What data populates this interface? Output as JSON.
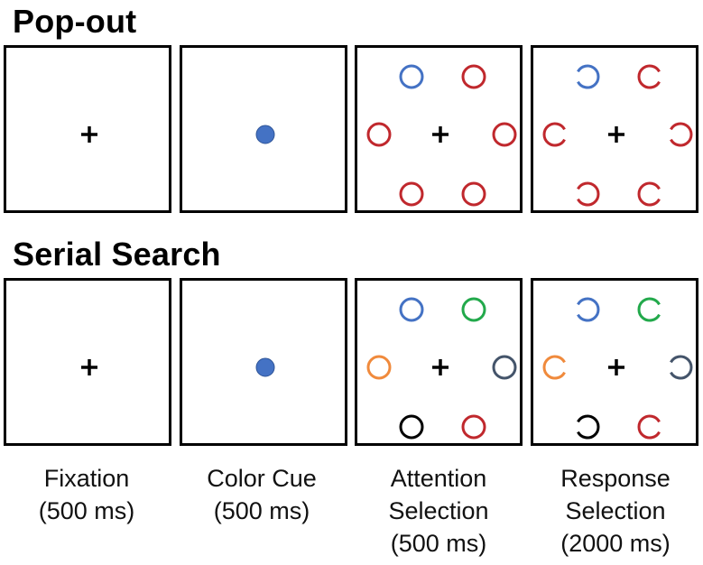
{
  "rows": [
    {
      "title": "Pop-out",
      "panels": [
        {
          "name": "fixation",
          "items": [
            {
              "type": "cross"
            }
          ]
        },
        {
          "name": "color-cue",
          "items": [
            {
              "type": "dot",
              "color": "#4472c4"
            }
          ]
        },
        {
          "name": "attention-selection",
          "items": [
            {
              "type": "cross"
            },
            {
              "type": "ring",
              "pos": "upper-left",
              "color": "#4472c4"
            },
            {
              "type": "ring",
              "pos": "upper-right",
              "color": "#c0282d"
            },
            {
              "type": "ring",
              "pos": "left",
              "color": "#c0282d"
            },
            {
              "type": "ring",
              "pos": "right",
              "color": "#c0282d"
            },
            {
              "type": "ring",
              "pos": "lower-left",
              "color": "#c0282d"
            },
            {
              "type": "ring",
              "pos": "lower-right",
              "color": "#c0282d"
            }
          ]
        },
        {
          "name": "response-selection",
          "items": [
            {
              "type": "cross"
            },
            {
              "type": "c-ring",
              "pos": "upper-left",
              "color": "#4472c4",
              "gap": "left"
            },
            {
              "type": "c-ring",
              "pos": "upper-right",
              "color": "#c0282d",
              "gap": "right"
            },
            {
              "type": "c-ring",
              "pos": "left",
              "color": "#c0282d",
              "gap": "right"
            },
            {
              "type": "c-ring",
              "pos": "right",
              "color": "#c0282d",
              "gap": "left"
            },
            {
              "type": "c-ring",
              "pos": "lower-left",
              "color": "#c0282d",
              "gap": "left"
            },
            {
              "type": "c-ring",
              "pos": "lower-right",
              "color": "#c0282d",
              "gap": "right"
            }
          ]
        }
      ]
    },
    {
      "title": "Serial Search",
      "panels": [
        {
          "name": "fixation",
          "items": [
            {
              "type": "cross"
            }
          ]
        },
        {
          "name": "color-cue",
          "items": [
            {
              "type": "dot",
              "color": "#4472c4"
            }
          ]
        },
        {
          "name": "attention-selection",
          "items": [
            {
              "type": "cross"
            },
            {
              "type": "ring",
              "pos": "upper-left",
              "color": "#4472c4"
            },
            {
              "type": "ring",
              "pos": "upper-right",
              "color": "#22a94b"
            },
            {
              "type": "ring",
              "pos": "left",
              "color": "#f08a3c"
            },
            {
              "type": "ring",
              "pos": "right",
              "color": "#44546a"
            },
            {
              "type": "ring",
              "pos": "lower-left",
              "color": "#000000"
            },
            {
              "type": "ring",
              "pos": "lower-right",
              "color": "#c0282d"
            }
          ]
        },
        {
          "name": "response-selection",
          "items": [
            {
              "type": "cross"
            },
            {
              "type": "c-ring",
              "pos": "upper-left",
              "color": "#4472c4",
              "gap": "left"
            },
            {
              "type": "c-ring",
              "pos": "upper-right",
              "color": "#22a94b",
              "gap": "right"
            },
            {
              "type": "c-ring",
              "pos": "left",
              "color": "#f08a3c",
              "gap": "right"
            },
            {
              "type": "c-ring",
              "pos": "right",
              "color": "#44546a",
              "gap": "left"
            },
            {
              "type": "c-ring",
              "pos": "lower-left",
              "color": "#000000",
              "gap": "left"
            },
            {
              "type": "c-ring",
              "pos": "lower-right",
              "color": "#c0282d",
              "gap": "right"
            }
          ]
        }
      ]
    }
  ],
  "captions": [
    [
      "Fixation",
      "(500 ms)"
    ],
    [
      "Color Cue",
      "(500 ms)"
    ],
    [
      "Attention",
      "Selection",
      "(500 ms)"
    ],
    [
      "Response",
      "Selection",
      "(2000 ms)"
    ]
  ]
}
